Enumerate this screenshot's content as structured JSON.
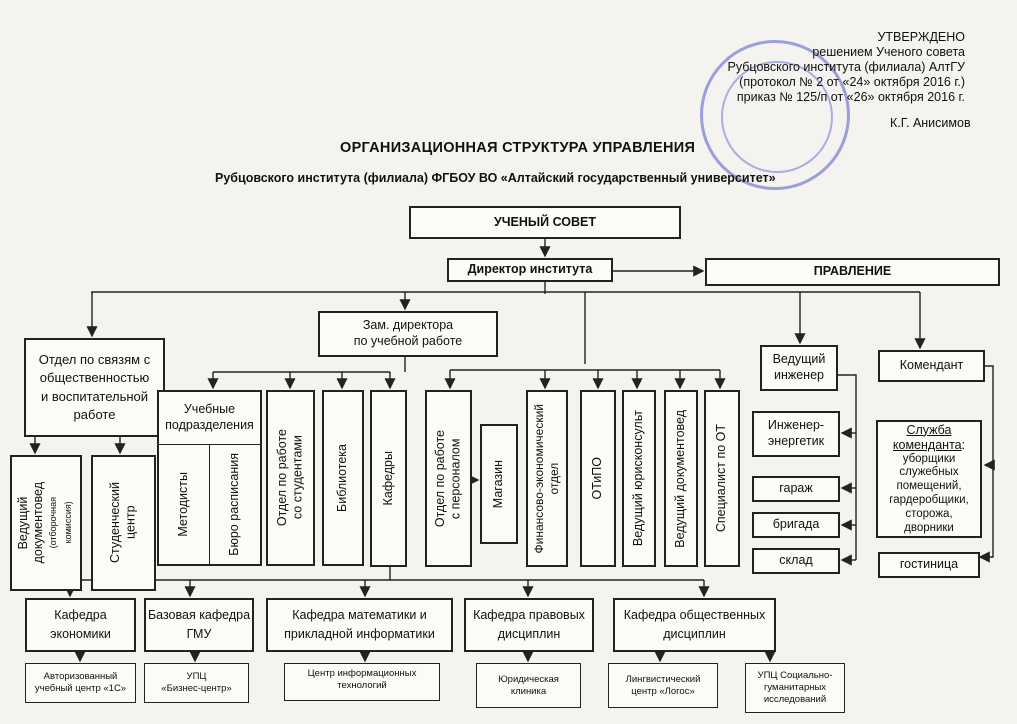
{
  "approval": {
    "line1": "УТВЕРЖДЕНО",
    "line2": "решением Ученого совета",
    "line3": "Рубцовского института (филиала) АлтГУ",
    "line4": "(протокол № 2 от «24» октября 2016 г.)",
    "line5": "приказ № 125/п от «26» октября 2016 г.",
    "signature": "К.Г. Анисимов"
  },
  "title": "ОРГАНИЗАЦИОННАЯ СТРУКТУРА УПРАВЛЕНИЯ",
  "subtitle": "Рубцовского института (филиала) ФГБОУ ВО «Алтайский государственный университет»",
  "nodes": {
    "council": "УЧЕНЫЙ СОВЕТ",
    "director": "Директор института",
    "board": "ПРАВЛЕНИЕ",
    "deputy_l1": "Зам. директора",
    "deputy_l2": "по учебной работе",
    "pr_l1": "Отдел по связям с",
    "pr_l2": "общественностью",
    "pr_l3": "и воспитательной",
    "pr_l4": "работе",
    "docs_l1": "Ведущий",
    "docs_l2": "документовед",
    "docs_l3": "(отборочная",
    "docs_l4": "комиссия)",
    "student_l1": "Студенческий",
    "student_l2": "центр",
    "edu_l1": "Учебные",
    "edu_l2": "подразделения",
    "methodists": "Методисты",
    "schedule": "Бюро расписания",
    "students_l1": "Отдел по работе",
    "students_l2": "со студентами",
    "library": "Библиотека",
    "departments": "Кафедры",
    "hr_l1": "Отдел по работе",
    "hr_l2": "с персоналом",
    "shop": "Магазин",
    "finance_l1": "Финансово-экономический",
    "finance_l2": "отдел",
    "otipo": "ОТиПО",
    "lawyer": "Ведущий юрисконсульт",
    "docman": "Ведущий документовед",
    "safety": "Специалист по ОТ",
    "engineer_l1": "Ведущий",
    "engineer_l2": "инженер",
    "commandant": "Комендант",
    "energy_l1": "Инженер-",
    "energy_l2": "энергетик",
    "garage": "гараж",
    "brigade": "бригада",
    "warehouse": "склад",
    "service_l1": "Служба",
    "service_l2": "коменданта",
    "service_colon": ":",
    "service_l3": "уборщики",
    "service_l4": "служебных",
    "service_l5": "помещений,",
    "service_l6": "гардеробщики,",
    "service_l7": "сторожа,",
    "service_l8": "дворники",
    "hotel": "гостиница",
    "k_econ_l1": "Кафедра",
    "k_econ_l2": "экономики",
    "k_gmu_l1": "Базовая кафедра",
    "k_gmu_l2": "ГМУ",
    "k_math_l1": "Кафедра математики и",
    "k_math_l2": "прикладной информатики",
    "k_law_l1": "Кафедра правовых",
    "k_law_l2": "дисциплин",
    "k_soc_l1": "Кафедра общественных",
    "k_soc_l2": "дисциплин",
    "c_1c_l1": "Авторизованный",
    "c_1c_l2": "учебный центр «1С»",
    "c_upc_l1": "УПЦ",
    "c_upc_l2": "«Бизнес-центр»",
    "c_it_l1": "Центр информационных",
    "c_it_l2": "технологий",
    "c_clinic_l1": "Юридическая",
    "c_clinic_l2": "клиника",
    "c_logos_l1": "Лингвистический",
    "c_logos_l2": "центр «Логос»",
    "c_humanit_l1": "УПЦ Социально-",
    "c_humanit_l2": "гуманитарных",
    "c_humanit_l3": "исследований"
  }
}
